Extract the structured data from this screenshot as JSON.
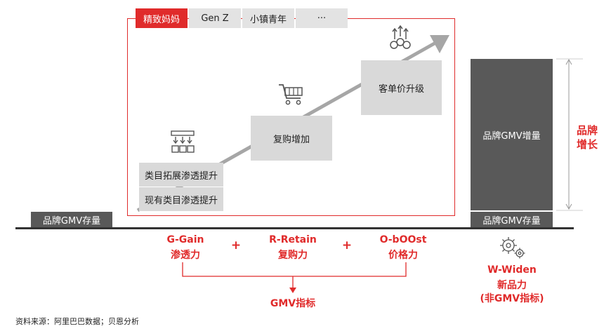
{
  "tabs": [
    "精致妈妈",
    "Gen Z",
    "小镇青年",
    "···"
  ],
  "boxes": {
    "category_expand": "类目拓展渗透提升",
    "existing_category": "现有类目渗透提升",
    "repurchase": "复购增加",
    "aov_upgrade": "客单价升级"
  },
  "gmv_stock": "品牌GMV存量",
  "gmv_increment": "品牌GMV增量",
  "brand_growth": "品牌\n增长",
  "pillars": {
    "gain": {
      "title": "G-Gain",
      "subtitle": "渗透力"
    },
    "retain": {
      "title": "R-Retain",
      "subtitle": "复购力"
    },
    "boost": {
      "title": "O-bOOst",
      "subtitle": "价格力"
    },
    "plus": "+"
  },
  "gmv_metric": "GMV指标",
  "widen": {
    "title": "W-Widen",
    "subtitle": "新品力",
    "note": "(非GMV指标)"
  },
  "source": "资料来源：阿里巴巴数据；贝恩分析",
  "colors": {
    "red": "#e02b2b",
    "dark_gray": "#595959",
    "light_gray": "#d9d9d9",
    "tab_gray": "#e3e3e3",
    "arrow_gray": "#a6a6a6"
  },
  "icons": [
    "org-chart-icon",
    "shopping-cart-icon",
    "coins-up-icon",
    "gears-icon"
  ]
}
